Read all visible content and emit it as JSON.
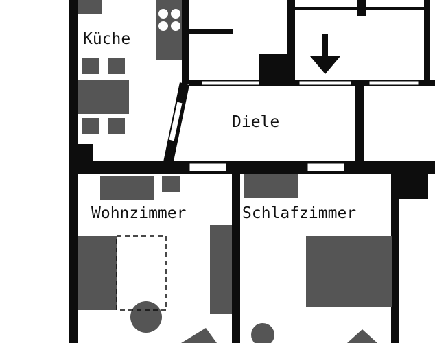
{
  "rooms": {
    "kitchen": "Küche",
    "hall": "Diele",
    "living": "Wohnzimmer",
    "bedroom": "Schlafzimmer"
  },
  "colors": {
    "wall": "#0d0d0d",
    "furniture": "#555555",
    "background": "#ffffff"
  },
  "icons": {
    "entrance": "arrow-down-icon",
    "stove": "stove-icon"
  }
}
